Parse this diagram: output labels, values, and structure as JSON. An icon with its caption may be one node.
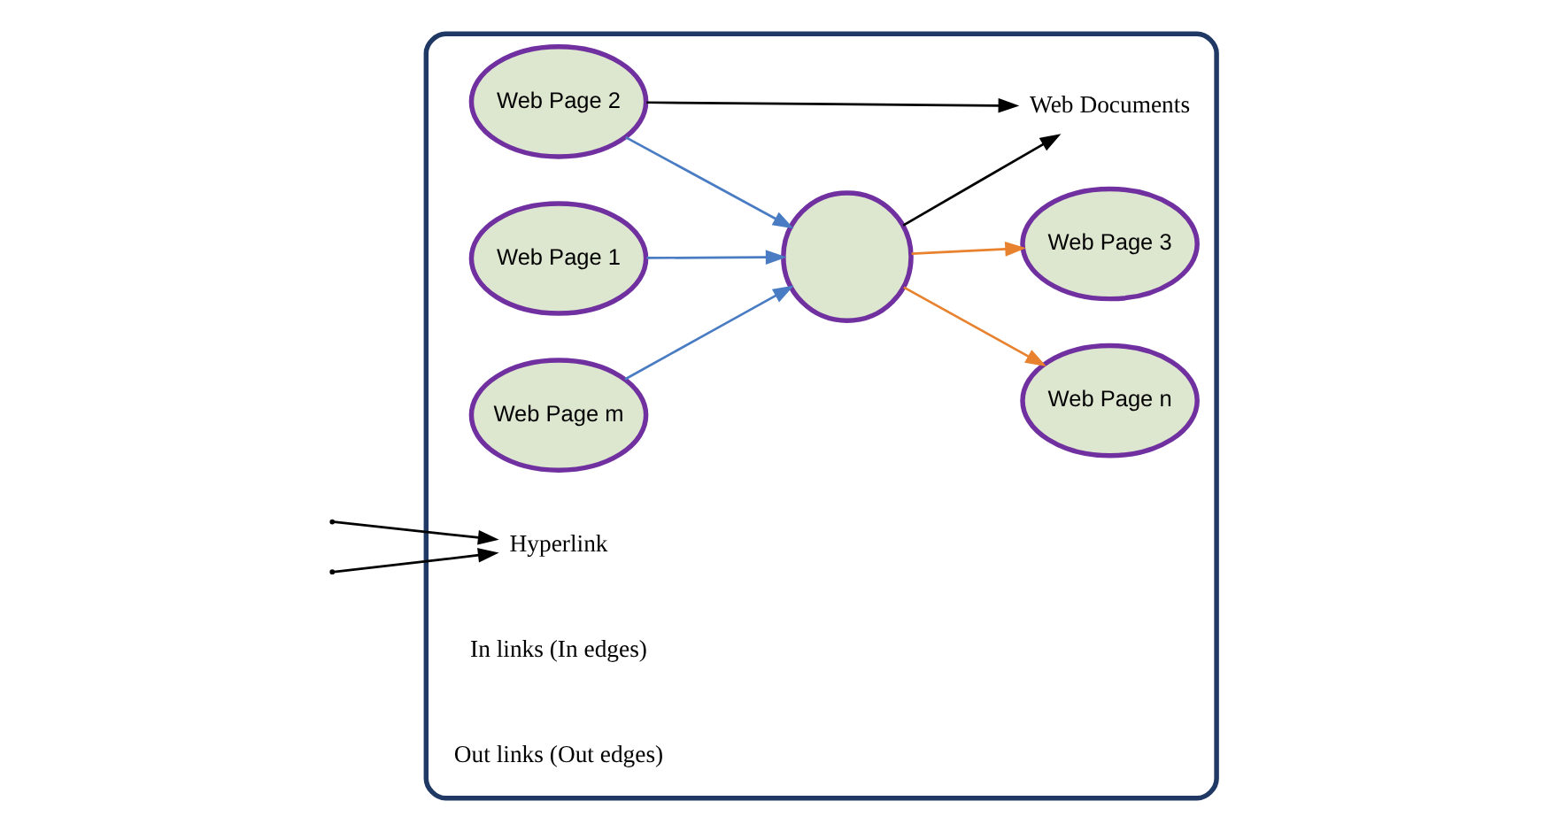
{
  "diagram": {
    "nodes": [
      {
        "text": [],
        "shape": "box"
      },
      {
        "text": [
          "Web Page 1"
        ],
        "in": 0
      },
      {
        "text": [
          "Web Page 2"
        ],
        "in": 0
      },
      {
        "text": [
          "Web Page m"
        ],
        "in": 0
      },
      {
        "text": [],
        "shape": "circle",
        "in": 0
      },
      {
        "text": [
          "Web Page 3"
        ],
        "in": 0
      },
      {
        "text": [
          "Web Page n"
        ],
        "in": 0
      },
      {
        "text": [
          "Web Documents"
        ],
        "in": 0
      },
      {
        "text": [
          "Hyperlink"
        ],
        "in": 0
      }
    ],
    "edges": [
      {
        "from": 1,
        "to": 4,
        "arrow": "to",
        "color": "#4a7cc4"
      },
      {
        "from": 2,
        "to": 4,
        "arrow": "to",
        "color": "#4a7cc4"
      },
      {
        "from": 3,
        "to": 4,
        "arrow": "to",
        "color": "#4a7cc4"
      },
      {
        "from": 4,
        "to": 5,
        "arrow": "to",
        "color": "#e8822e"
      },
      {
        "from": 4,
        "to": 6,
        "arrow": "to",
        "color": "#e8822e"
      },
      {
        "from": 2,
        "to": 7,
        "arrow": "to"
      },
      {
        "from": 4,
        "to": 7,
        "arrow": "to"
      },
      {
        "from": null,
        "to": 8,
        "arrow": "to"
      },
      {
        "from": null,
        "to": 8,
        "arrow": "to"
      }
    ],
    "labels": [
      "In links (In edges)",
      "Out links (Out edges)"
    ]
  }
}
